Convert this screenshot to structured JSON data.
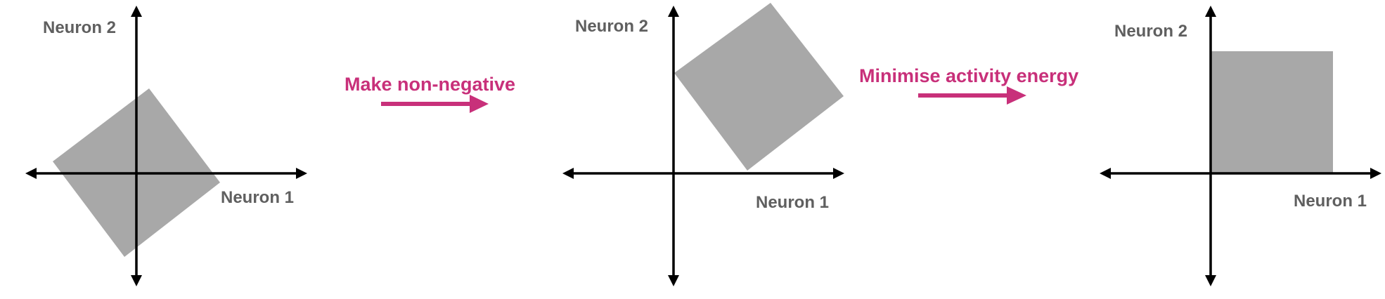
{
  "panels": [
    {
      "x_axis_label": "Neuron 1",
      "y_axis_label": "Neuron 2"
    },
    {
      "x_axis_label": "Neuron 1",
      "y_axis_label": "Neuron 2"
    },
    {
      "x_axis_label": "Neuron 1",
      "y_axis_label": "Neuron 2"
    }
  ],
  "transitions": [
    {
      "label": "Make non-negative"
    },
    {
      "label": "Minimise activity energy"
    }
  ],
  "colors": {
    "region": "#a8a8a8",
    "axis": "#000000",
    "axis_label": "#5f5f5f",
    "transition": "#c8307a"
  }
}
